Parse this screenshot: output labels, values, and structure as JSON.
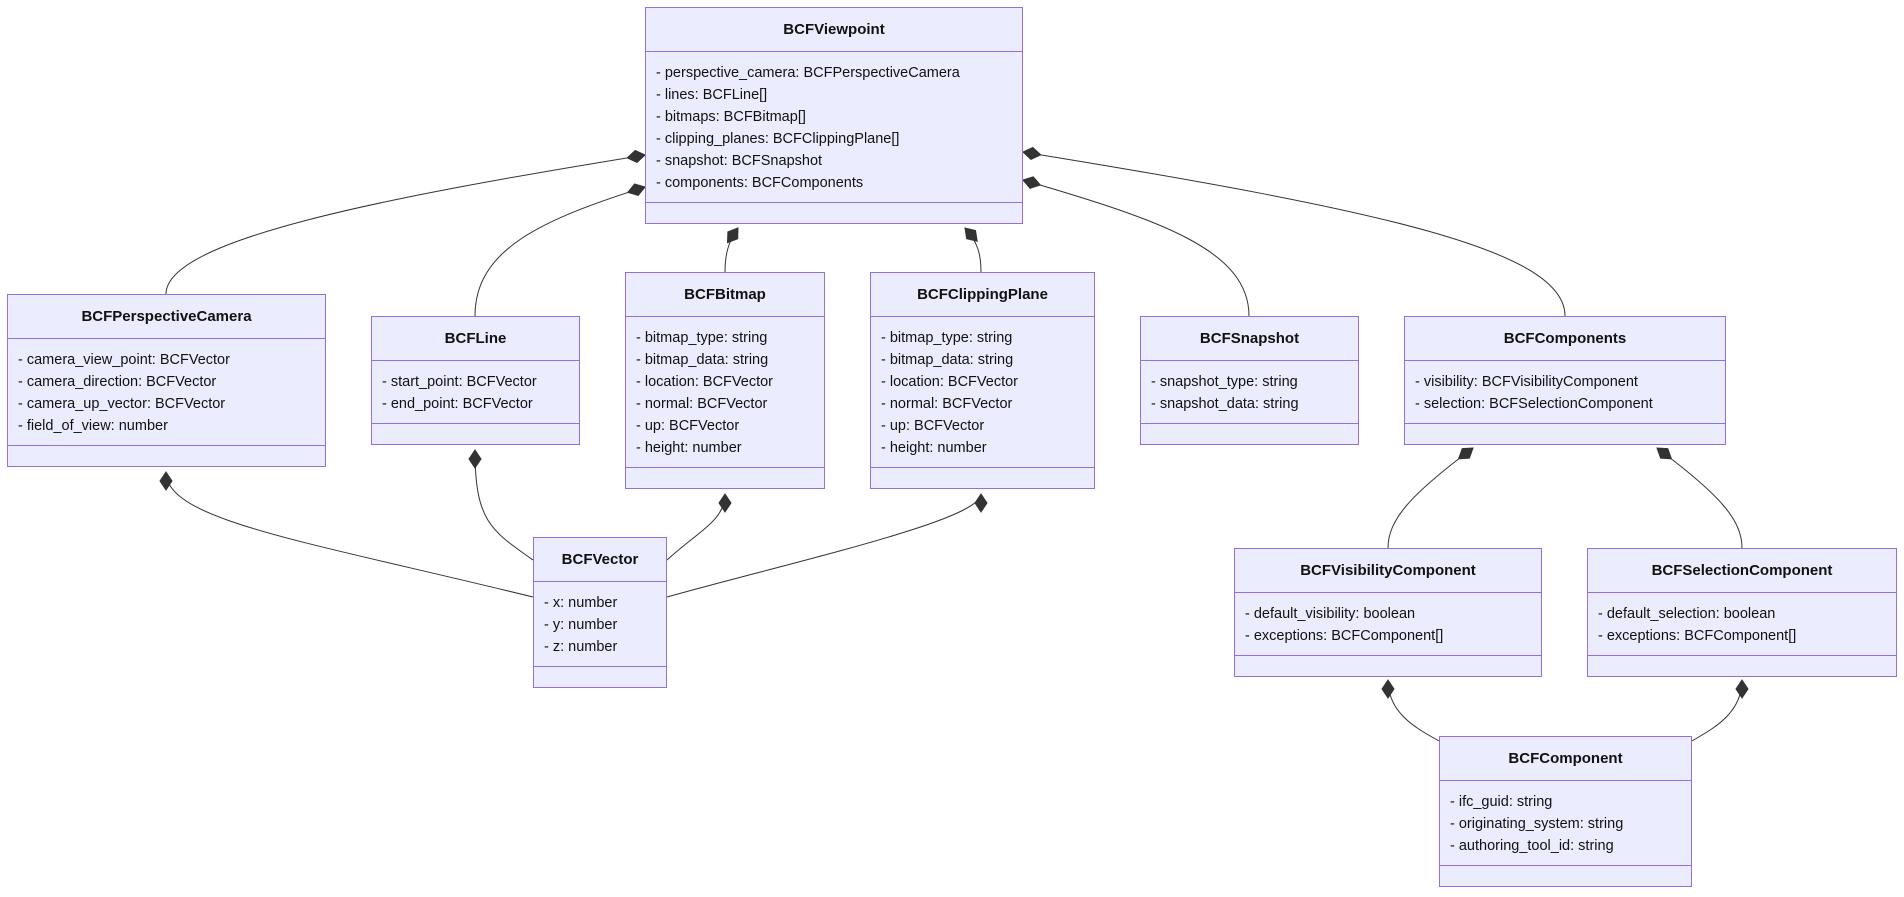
{
  "diagram": {
    "classes": [
      {
        "id": "viewpoint",
        "name": "BCFViewpoint",
        "attributes": [
          "- perspective_camera: BCFPerspectiveCamera",
          "- lines: BCFLine[]",
          "- bitmaps: BCFBitmap[]",
          "- clipping_planes: BCFClippingPlane[]",
          "- snapshot: BCFSnapshot",
          "- components: BCFComponents"
        ],
        "methods": []
      },
      {
        "id": "perspective-camera",
        "name": "BCFPerspectiveCamera",
        "attributes": [
          "- camera_view_point: BCFVector",
          "- camera_direction: BCFVector",
          "- camera_up_vector: BCFVector",
          "- field_of_view: number"
        ],
        "methods": []
      },
      {
        "id": "line",
        "name": "BCFLine",
        "attributes": [
          "- start_point: BCFVector",
          "- end_point: BCFVector"
        ],
        "methods": []
      },
      {
        "id": "bitmap",
        "name": "BCFBitmap",
        "attributes": [
          "- bitmap_type: string",
          "- bitmap_data: string",
          "- location: BCFVector",
          "- normal: BCFVector",
          "- up: BCFVector",
          "- height: number"
        ],
        "methods": []
      },
      {
        "id": "clipping-plane",
        "name": "BCFClippingPlane",
        "attributes": [
          "- bitmap_type: string",
          "- bitmap_data: string",
          "- location: BCFVector",
          "- normal: BCFVector",
          "- up: BCFVector",
          "- height: number"
        ],
        "methods": []
      },
      {
        "id": "snapshot",
        "name": "BCFSnapshot",
        "attributes": [
          "- snapshot_type: string",
          "- snapshot_data: string"
        ],
        "methods": []
      },
      {
        "id": "components",
        "name": "BCFComponents",
        "attributes": [
          "- visibility: BCFVisibilityComponent",
          "- selection: BCFSelectionComponent"
        ],
        "methods": []
      },
      {
        "id": "vector",
        "name": "BCFVector",
        "attributes": [
          "- x: number",
          "- y: number",
          "- z: number"
        ],
        "methods": []
      },
      {
        "id": "visibility-component",
        "name": "BCFVisibilityComponent",
        "attributes": [
          "- default_visibility: boolean",
          "- exceptions: BCFComponent[]"
        ],
        "methods": []
      },
      {
        "id": "selection-component",
        "name": "BCFSelectionComponent",
        "attributes": [
          "- default_selection: boolean",
          "- exceptions: BCFComponent[]"
        ],
        "methods": []
      },
      {
        "id": "component",
        "name": "BCFComponent",
        "attributes": [
          "- ifc_guid: string",
          "- originating_system: string",
          "- authoring_tool_id: string"
        ],
        "methods": []
      }
    ],
    "relations": [
      {
        "whole": "viewpoint",
        "part": "perspective-camera",
        "type": "composition"
      },
      {
        "whole": "viewpoint",
        "part": "line",
        "type": "composition"
      },
      {
        "whole": "viewpoint",
        "part": "bitmap",
        "type": "composition"
      },
      {
        "whole": "viewpoint",
        "part": "clipping-plane",
        "type": "composition"
      },
      {
        "whole": "viewpoint",
        "part": "snapshot",
        "type": "composition"
      },
      {
        "whole": "viewpoint",
        "part": "components",
        "type": "composition"
      },
      {
        "whole": "perspective-camera",
        "part": "vector",
        "type": "composition"
      },
      {
        "whole": "line",
        "part": "vector",
        "type": "composition"
      },
      {
        "whole": "bitmap",
        "part": "vector",
        "type": "composition"
      },
      {
        "whole": "clipping-plane",
        "part": "vector",
        "type": "composition"
      },
      {
        "whole": "components",
        "part": "visibility-component",
        "type": "composition"
      },
      {
        "whole": "components",
        "part": "selection-component",
        "type": "composition"
      },
      {
        "whole": "visibility-component",
        "part": "component",
        "type": "composition"
      },
      {
        "whole": "selection-component",
        "part": "component",
        "type": "composition"
      }
    ],
    "colors": {
      "box_fill": "#ececff",
      "box_border": "#9370db",
      "line": "#333333",
      "diamond": "#333333",
      "text": "#111111"
    }
  }
}
